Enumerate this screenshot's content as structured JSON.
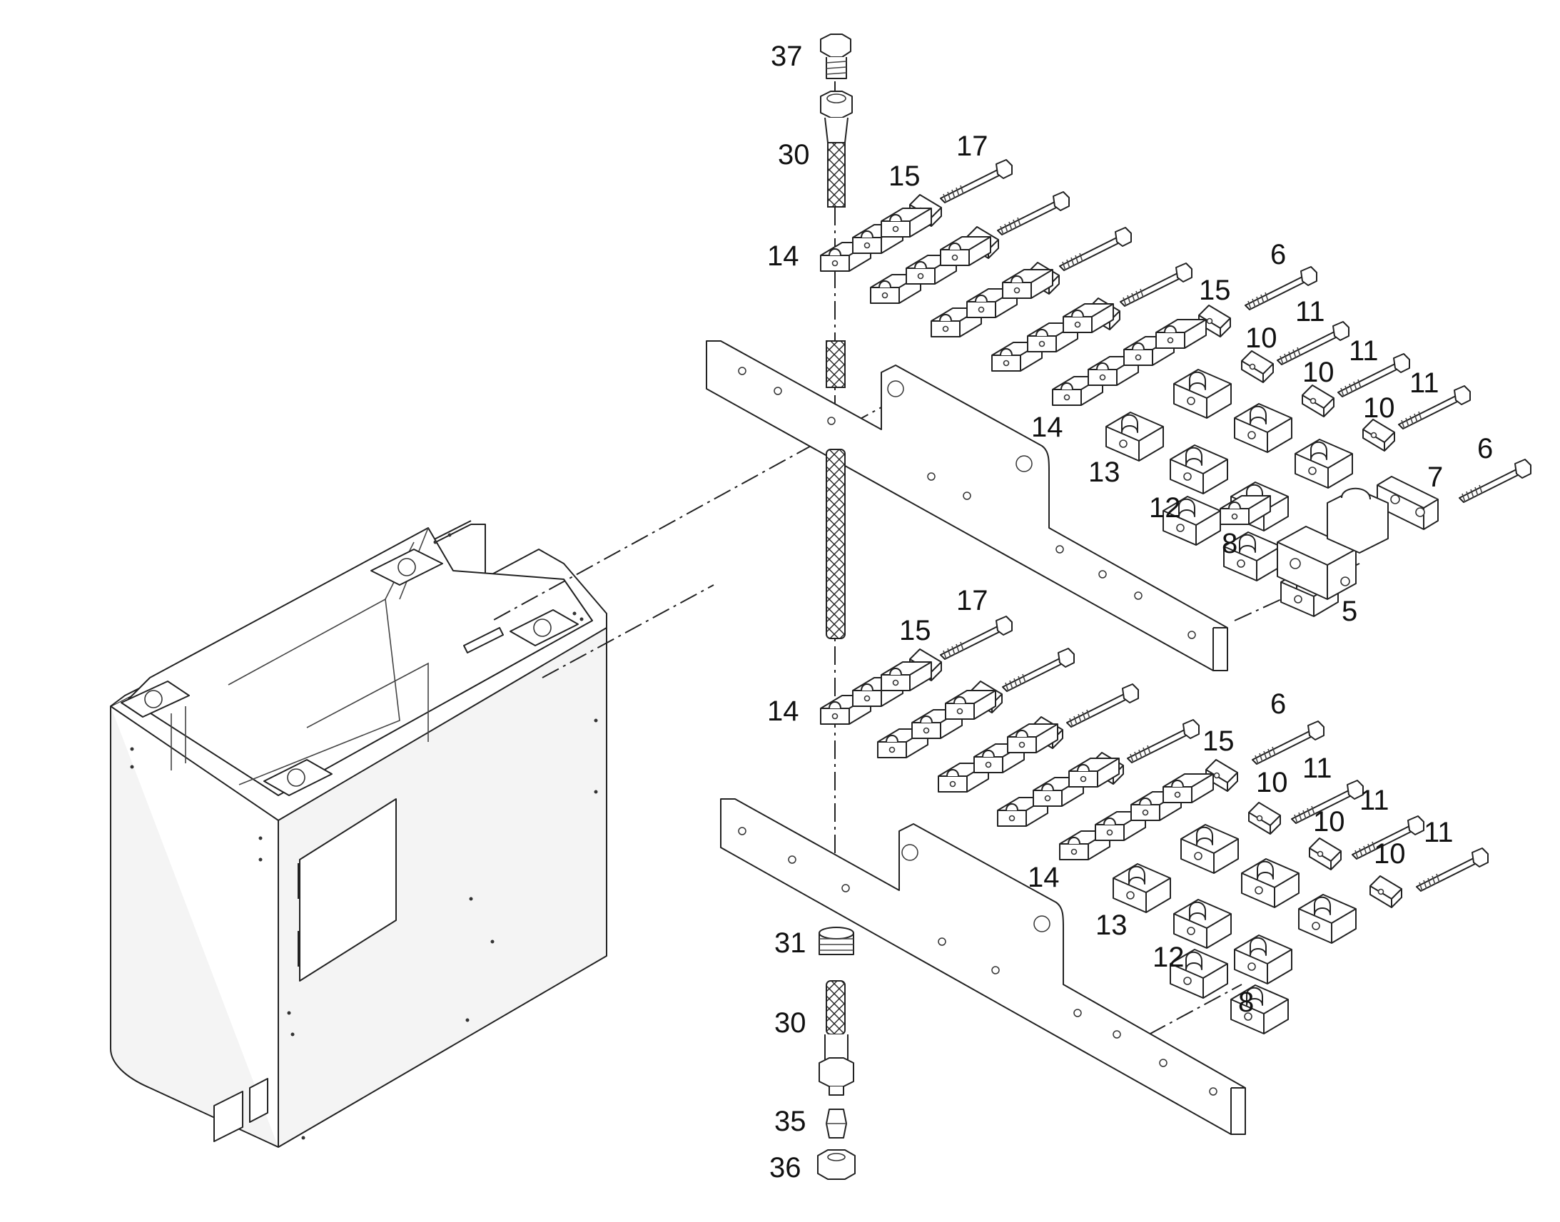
{
  "diagram": {
    "part_numbers": {
      "p37": "37",
      "p30_top": "30",
      "p17_top": "17",
      "p15_top_a": "15",
      "p14_top_a": "14",
      "p6_top_a": "6",
      "p15_top_b": "15",
      "p11_top_a": "11",
      "p10_top_a": "10",
      "p11_top_b": "11",
      "p10_top_b": "10",
      "p11_top_c": "11",
      "p10_top_c": "10",
      "p14_top_b": "14",
      "p13_top": "13",
      "p6_top_b": "6",
      "p7": "7",
      "p12_top": "12",
      "p8_top": "8",
      "p5": "5",
      "p17_bot": "17",
      "p15_bot_a": "15",
      "p14_bot_a": "14",
      "p6_bot": "6",
      "p15_bot_b": "15",
      "p11_bot_a": "11",
      "p10_bot_a": "10",
      "p11_bot_b": "11",
      "p10_bot_b": "10",
      "p11_bot_c": "11",
      "p10_bot_c": "10",
      "p14_bot_b": "14",
      "p13_bot": "13",
      "p12_bot": "12",
      "p8_bot": "8",
      "p31": "31",
      "p30_bot": "30",
      "p35": "35",
      "p36": "36"
    }
  }
}
